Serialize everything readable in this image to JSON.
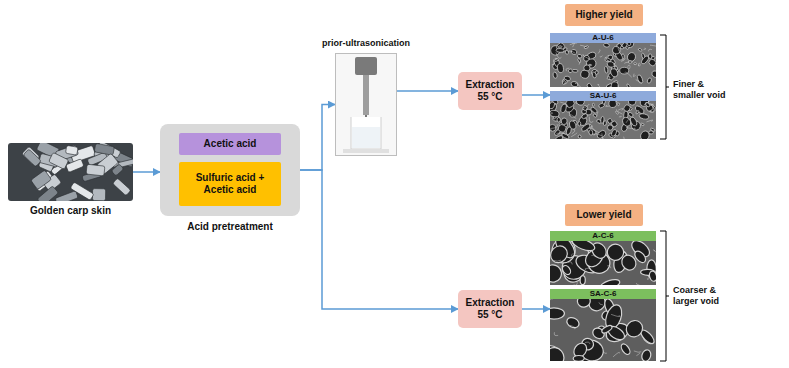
{
  "diagram": {
    "nodes": [
      {
        "text": [
          "Golden carp skin"
        ]
      },
      {
        "text": [
          "Acid pretreatment"
        ]
      },
      {
        "text": [
          "Acetic acid"
        ],
        "in": 1
      },
      {
        "text": [
          "Sulfuric acid + Acetic acid"
        ],
        "in": 1
      },
      {
        "text": [
          "prior-ultrasonication"
        ]
      },
      {
        "text": [
          "Extraction 55 °C"
        ]
      },
      {
        "text": [
          "Higher yield"
        ]
      },
      {
        "text": [
          "A-U-6"
        ]
      },
      {
        "text": [
          "SA-U-6"
        ]
      },
      {
        "text": [
          "Extraction 55 °C"
        ]
      },
      {
        "text": [
          "Lower yield"
        ]
      },
      {
        "text": [
          "A-C-6"
        ]
      },
      {
        "text": [
          "SA-C-6"
        ]
      }
    ],
    "edges": [
      {
        "from": 0,
        "to": 1,
        "arrow": "to"
      },
      {
        "from": 1,
        "to": 4,
        "arrow": "to"
      },
      {
        "from": 1,
        "to": 9,
        "arrow": "to"
      },
      {
        "from": 4,
        "to": 5,
        "arrow": "to"
      },
      {
        "from": 5,
        "to": 8,
        "arrow": "to"
      },
      {
        "from": 9,
        "to": 12,
        "arrow": "to"
      }
    ],
    "labels": [
      "Finer & smaller void",
      "Coarser & larger void"
    ]
  }
}
